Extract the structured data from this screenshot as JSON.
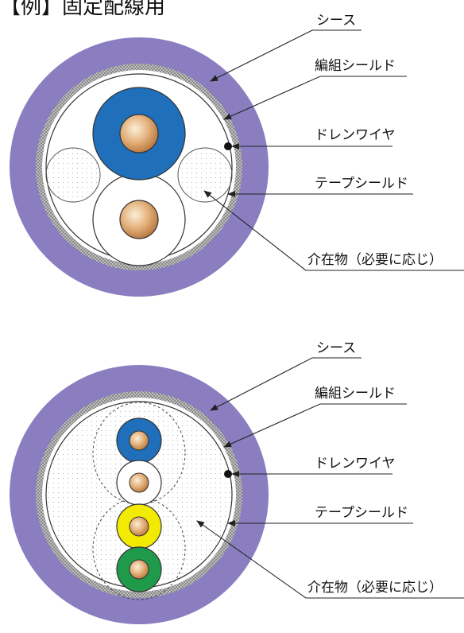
{
  "header": {
    "title": "【例】固定配線用"
  },
  "colors": {
    "sheath": "#8a7ec0",
    "braid": "#9a9a9a",
    "blue": "#1f6fbb",
    "yellow": "#f2ea00",
    "green": "#1f9a4a",
    "copper_light": "#f6dfb8",
    "copper_dark": "#c98a4e"
  },
  "diagram_top": {
    "labels": {
      "sheath": "シース",
      "braid_shield": "編組シールド",
      "drain_wire": "ドレンワイヤ",
      "tape_shield": "テープシールド",
      "filler": "介在物（必要に応じ）"
    }
  },
  "diagram_bottom": {
    "labels": {
      "sheath": "シース",
      "braid_shield": "編組シールド",
      "drain_wire": "ドレンワイヤ",
      "tape_shield": "テープシールド",
      "filler": "介在物（必要に応じ）"
    }
  }
}
